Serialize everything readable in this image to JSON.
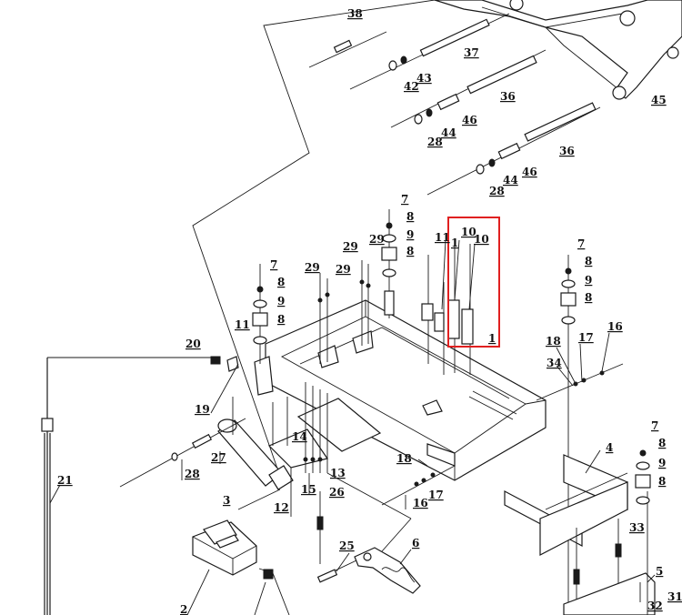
{
  "diagram": {
    "highlight_color": "#e02020",
    "line_color": "#1a1a1a",
    "callouts": [
      {
        "id": "c38",
        "text": "38"
      },
      {
        "id": "c37",
        "text": "37"
      },
      {
        "id": "c43",
        "text": "43"
      },
      {
        "id": "c42",
        "text": "42"
      },
      {
        "id": "c36a",
        "text": "36"
      },
      {
        "id": "c46a",
        "text": "46"
      },
      {
        "id": "c44a",
        "text": "44"
      },
      {
        "id": "c28a",
        "text": "28"
      },
      {
        "id": "c36b",
        "text": "36"
      },
      {
        "id": "c46b",
        "text": "46"
      },
      {
        "id": "c44b",
        "text": "44"
      },
      {
        "id": "c28b",
        "text": "28"
      },
      {
        "id": "c45",
        "text": "45"
      },
      {
        "id": "c7a",
        "text": "7"
      },
      {
        "id": "c8a",
        "text": "8"
      },
      {
        "id": "c9a",
        "text": "9"
      },
      {
        "id": "c8b",
        "text": "8"
      },
      {
        "id": "c11a",
        "text": "11"
      },
      {
        "id": "c10a",
        "text": "10"
      },
      {
        "id": "c10b",
        "text": "10"
      },
      {
        "id": "c1a",
        "text": "1"
      },
      {
        "id": "c1b",
        "text": "1"
      },
      {
        "id": "c29a",
        "text": "29"
      },
      {
        "id": "c29b",
        "text": "29"
      },
      {
        "id": "c29c",
        "text": "29"
      },
      {
        "id": "c29d",
        "text": "29"
      },
      {
        "id": "c7b",
        "text": "7"
      },
      {
        "id": "c8c",
        "text": "8"
      },
      {
        "id": "c9b",
        "text": "9"
      },
      {
        "id": "c8d",
        "text": "8"
      },
      {
        "id": "c11b",
        "text": "11"
      },
      {
        "id": "c7c",
        "text": "7"
      },
      {
        "id": "c8e",
        "text": "8"
      },
      {
        "id": "c9c",
        "text": "9"
      },
      {
        "id": "c8f",
        "text": "8"
      },
      {
        "id": "c16a",
        "text": "16"
      },
      {
        "id": "c17a",
        "text": "17"
      },
      {
        "id": "c18a",
        "text": "18"
      },
      {
        "id": "c34",
        "text": "34"
      },
      {
        "id": "c20",
        "text": "20"
      },
      {
        "id": "c19",
        "text": "19"
      },
      {
        "id": "c21",
        "text": "21"
      },
      {
        "id": "c28c",
        "text": "28"
      },
      {
        "id": "c27",
        "text": "27"
      },
      {
        "id": "c3",
        "text": "3"
      },
      {
        "id": "c14",
        "text": "14"
      },
      {
        "id": "c13",
        "text": "13"
      },
      {
        "id": "c15",
        "text": "15"
      },
      {
        "id": "c12",
        "text": "12"
      },
      {
        "id": "c26",
        "text": "26"
      },
      {
        "id": "c18b",
        "text": "18"
      },
      {
        "id": "c16b",
        "text": "16"
      },
      {
        "id": "c17b",
        "text": "17"
      },
      {
        "id": "c4",
        "text": "4"
      },
      {
        "id": "c7d",
        "text": "7"
      },
      {
        "id": "c8g",
        "text": "8"
      },
      {
        "id": "c9d",
        "text": "9"
      },
      {
        "id": "c8h",
        "text": "8"
      },
      {
        "id": "c33",
        "text": "33"
      },
      {
        "id": "c5",
        "text": "5"
      },
      {
        "id": "c32",
        "text": "32"
      },
      {
        "id": "c31",
        "text": "31"
      },
      {
        "id": "c6",
        "text": "6"
      },
      {
        "id": "c25",
        "text": "25"
      },
      {
        "id": "c2",
        "text": "2"
      }
    ]
  }
}
